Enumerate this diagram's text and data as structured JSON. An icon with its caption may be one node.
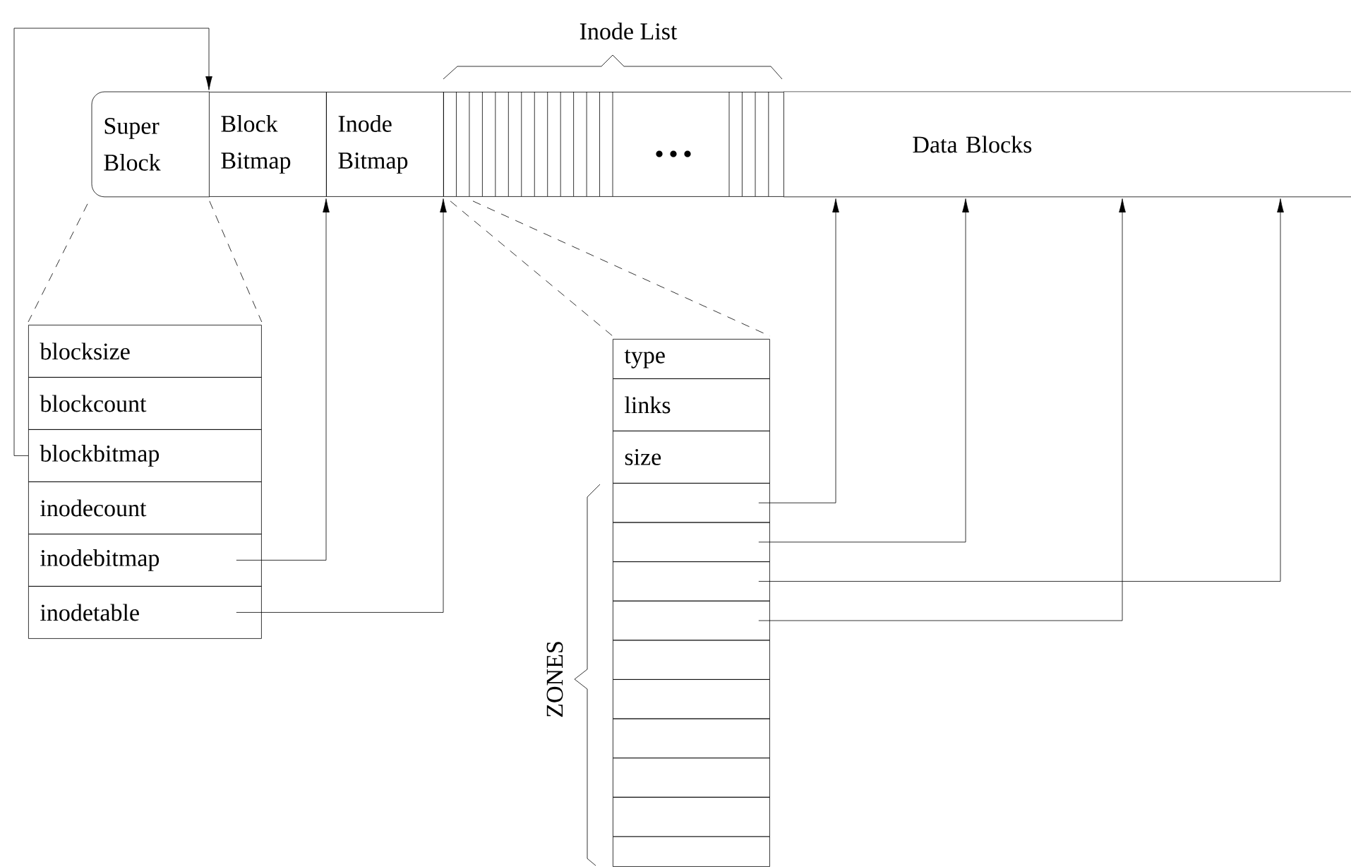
{
  "diagram": {
    "nodes": [
      {
        "text": [
          "Super Block"
        ]
      },
      {
        "text": [
          "Block Bitmap"
        ]
      },
      {
        "text": [
          "Inode Bitmap"
        ]
      },
      {
        "text": [],
        "shape": "box"
      },
      {
        "text": [
          "Data Blocks"
        ]
      },
      {
        "text": [
          "blocksize"
        ]
      },
      {
        "text": [
          "blockcount"
        ]
      },
      {
        "text": [
          "blockbitmap"
        ]
      },
      {
        "text": [
          "inodecount"
        ]
      },
      {
        "text": [
          "inodebitmap"
        ]
      },
      {
        "text": [
          "inodetable"
        ]
      },
      {
        "text": [
          "type"
        ]
      },
      {
        "text": [
          "links"
        ]
      },
      {
        "text": [
          "size"
        ]
      },
      {
        "text": [],
        "shape": "box"
      },
      {
        "text": [],
        "shape": "box"
      },
      {
        "text": [],
        "shape": "box"
      },
      {
        "text": [],
        "shape": "box"
      },
      {
        "text": [],
        "shape": "box"
      },
      {
        "text": [],
        "shape": "box"
      },
      {
        "text": [],
        "shape": "box"
      },
      {
        "text": [],
        "shape": "box"
      },
      {
        "text": [],
        "shape": "box"
      },
      {
        "text": [],
        "shape": "box"
      }
    ],
    "edges": [
      {
        "from": 7,
        "to": 1,
        "arrow": "to"
      },
      {
        "from": 9,
        "to": 2,
        "arrow": "to"
      },
      {
        "from": 10,
        "to": 3,
        "arrow": "to"
      },
      {
        "from": 14,
        "to": 4,
        "arrow": "to"
      },
      {
        "from": 15,
        "to": 4,
        "arrow": "to"
      },
      {
        "from": 16,
        "to": 4,
        "arrow": "to"
      },
      {
        "from": 17,
        "to": 4,
        "arrow": "to"
      },
      {
        "from": 0,
        "to": 5,
        "arrow": "none",
        "style": "dashed"
      },
      {
        "from": 0,
        "to": 5,
        "arrow": "none",
        "style": "dashed"
      },
      {
        "from": 3,
        "to": 11,
        "arrow": "none",
        "style": "dashed"
      },
      {
        "from": 3,
        "to": 11,
        "arrow": "none",
        "style": "dashed"
      }
    ],
    "labels": [
      "Inode List",
      "ZONES"
    ]
  }
}
